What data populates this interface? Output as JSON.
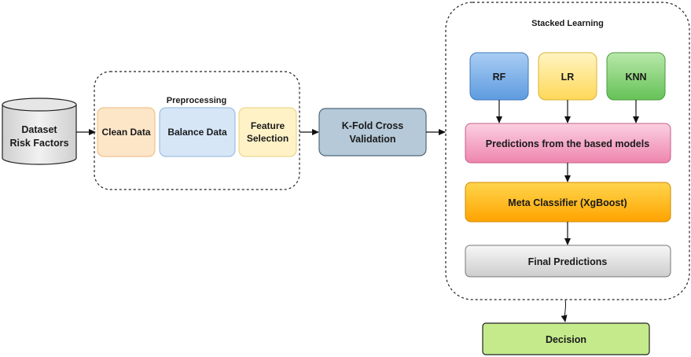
{
  "dataset": {
    "line1": "Dataset",
    "line2": "Risk Factors"
  },
  "preprocessing": {
    "title": "Preprocessing",
    "clean": "Clean Data",
    "balance": "Balance Data",
    "feature_line1": "Feature",
    "feature_line2": "Selection"
  },
  "kfold": {
    "line1": "K-Fold Cross",
    "line2": "Validation"
  },
  "stacked": {
    "title": "Stacked Learning",
    "rf": "RF",
    "lr": "LR",
    "knn": "KNN",
    "predictions": "Predictions from the based models",
    "meta": "Meta Classifier (XgBoost)",
    "final": "Final Predictions"
  },
  "decision": "Decision",
  "colors": {
    "clean": "#fde6c8",
    "balance": "#d6e6f7",
    "feature": "#fff2c6",
    "kfold": "#b5c9d8",
    "rf": "#7aaee6",
    "lr": "#ffe58f",
    "knn": "#8ed37e",
    "predictions": "#f6a8c6",
    "meta": "#ffbe10",
    "final": "#e2e2e2",
    "decision": "#c4ea8c"
  }
}
